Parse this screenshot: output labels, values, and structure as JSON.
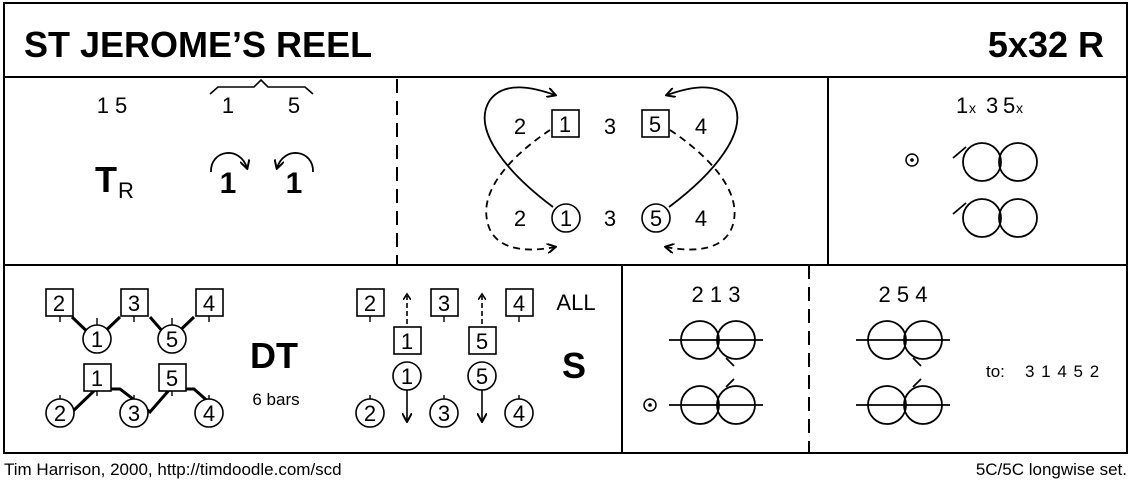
{
  "header": {
    "title": "ST JEROME’S REEL",
    "format": "5x32 R"
  },
  "bars_1_8": {
    "panel_a": {
      "dancers": "1 5",
      "figure": "T",
      "figure_sub": "R",
      "brace_left": "1",
      "brace_right": "5",
      "turn_left": "1",
      "turn_right": "1"
    },
    "panel_b": {
      "top_row": [
        "2",
        "1",
        "3",
        "5",
        "4"
      ],
      "bottom_row": [
        "2",
        "1",
        "3",
        "5",
        "4"
      ]
    },
    "panel_c": {
      "dancers_1": "1",
      "sub_1": "x",
      "dancers_2": "3",
      "dancers_3": "5",
      "sub_3": "x",
      "start_marker": "start-icon"
    }
  },
  "bars_9_32": {
    "panel_dt": {
      "top_row_men": [
        "2",
        "3",
        "4"
      ],
      "mid_row_women": [
        "1",
        "5"
      ],
      "mid_row_men": [
        "1",
        "5"
      ],
      "bottom_row_women": [
        "2",
        "3",
        "4"
      ],
      "figure": "DT",
      "bars": "6 bars"
    },
    "panel_s": {
      "top_row_men": [
        "2",
        "3",
        "4"
      ],
      "label_all": "ALL",
      "mid_men": [
        "1",
        "5"
      ],
      "mid_women": [
        "1",
        "5"
      ],
      "bottom_row_women": [
        "2",
        "3",
        "4"
      ],
      "figure": "S"
    },
    "panel_reel1": {
      "dancers": "2 1 3"
    },
    "panel_reel2": {
      "dancers": "2 5 4",
      "to_label": "to:",
      "to_order": "3 1 4 5 2"
    }
  },
  "footer": {
    "credit": "Tim Harrison, 2000, http://timdoodle.com/scd",
    "set": "5C/5C longwise set."
  },
  "colors": {
    "ink": "#000000",
    "background": "#ffffff"
  }
}
